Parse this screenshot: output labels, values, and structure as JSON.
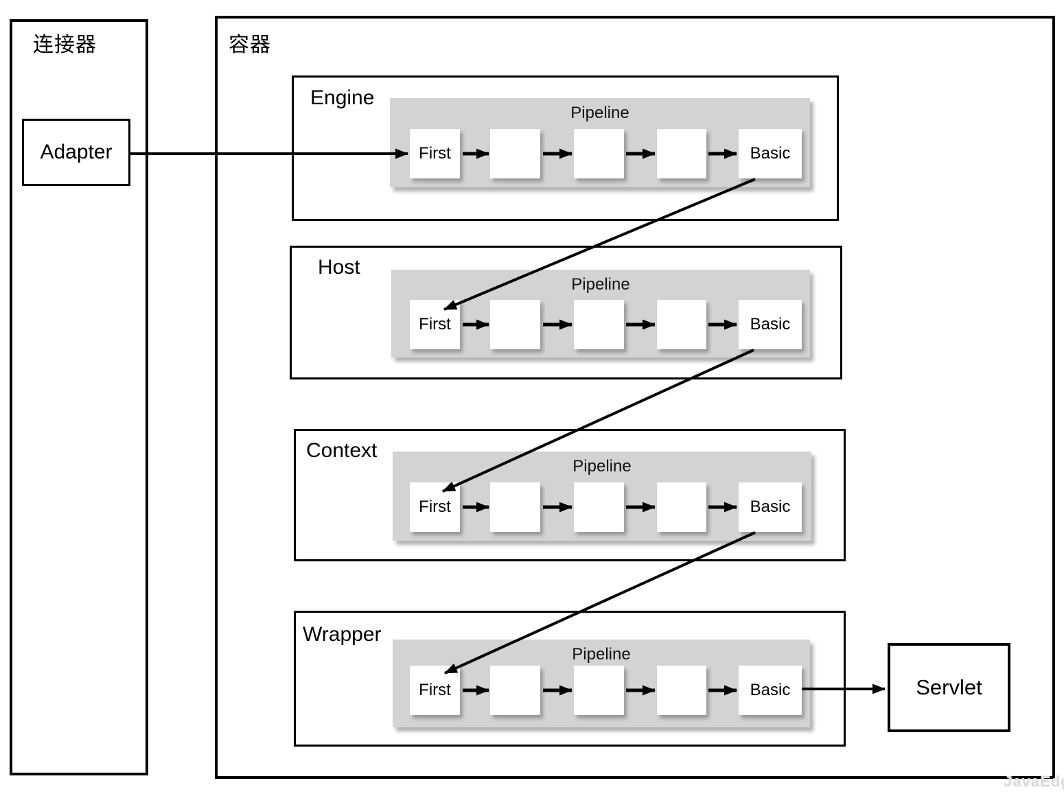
{
  "connector": {
    "label": "连接器",
    "adapter_label": "Adapter"
  },
  "container": {
    "label": "容器"
  },
  "rows": [
    {
      "label": "Engine",
      "pipeline_label": "Pipeline",
      "first_label": "First",
      "basic_label": "Basic"
    },
    {
      "label": "Host",
      "pipeline_label": "Pipeline",
      "first_label": "First",
      "basic_label": "Basic"
    },
    {
      "label": "Context",
      "pipeline_label": "Pipeline",
      "first_label": "First",
      "basic_label": "Basic"
    },
    {
      "label": "Wrapper",
      "pipeline_label": "Pipeline",
      "first_label": "First",
      "basic_label": "Basic"
    }
  ],
  "servlet": {
    "label": "Servlet"
  },
  "watermark": "JavaEdge",
  "colors": {
    "line": "#000000",
    "pipeline_background": "#d3d3d3",
    "valve_background": "#ffffff"
  }
}
